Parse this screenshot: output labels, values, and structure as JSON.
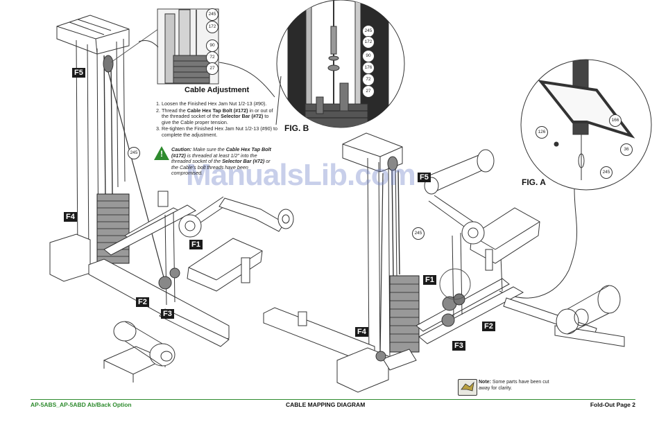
{
  "figures": {
    "fig_b": "FIG. B",
    "fig_a": "FIG. A",
    "cable_adjustment_title": "Cable Adjustment"
  },
  "cable_adjustment_callouts": [
    "245",
    "172",
    "90",
    "72",
    "27"
  ],
  "fig_b_callouts": [
    "245",
    "172",
    "90",
    "176",
    "72",
    "27"
  ],
  "fig_a_callouts": [
    "126",
    "166",
    "36",
    "245"
  ],
  "instructions": {
    "step1": "Loosen the Finished Hex Jam Nut 1/2-13 (#90).",
    "step2_a": "Thread  the ",
    "step2_b": "Cable Hex Tap Bolt (#172)",
    "step2_c": " in or out of the threaded socket of the ",
    "step2_d": "Selector Bar (#72)",
    "step2_e": " to give the Cable proper tension.",
    "step3": "Re-tighten the Finished Hex Jam Nut 1/2-13 (#90) to complete the adjustment."
  },
  "caution": {
    "icon_glyph": "!",
    "lead": "Caution:",
    "text_a": " Make sure the ",
    "bolt": "Cable Hex Tap Bolt (#172)",
    "text_b": " is threaded at least 1/2\" into the threaded socket of the ",
    "bar": "Selector Bar (#72)",
    "text_c": " or the Cable's bolt threads have been compromised."
  },
  "left_machine_labels": {
    "f5": "F5",
    "f4": "F4",
    "f1": "F1",
    "f2": "F2",
    "f3": "F3",
    "cable_callout": "245"
  },
  "right_machine_labels": {
    "f5": "F5",
    "f4": "F4",
    "f1": "F1",
    "f2": "F2",
    "f3": "F3",
    "cable_callout": "245"
  },
  "watermark": "ManualsLib.com",
  "note": {
    "lead": "Note:",
    "text": " Some parts have been cut away for clarity."
  },
  "footer": {
    "left": "AP-5ABS_AP-5ABD  Ab/Back Option",
    "center": "CABLE MAPPING DIAGRAM",
    "right": "Fold-Out Page 2"
  },
  "colors": {
    "accent_green": "#2e8b2e",
    "label_bg": "#1a1a1a",
    "line": "#333333",
    "watermark": "#6e82c8"
  }
}
